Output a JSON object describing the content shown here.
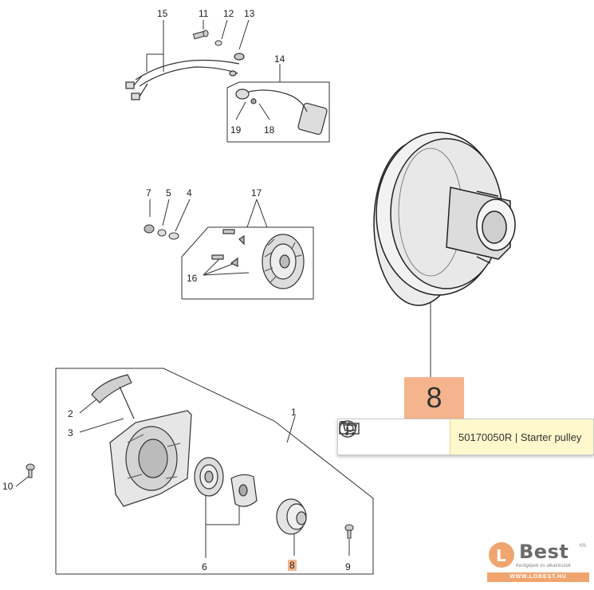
{
  "callouts": {
    "c15": "15",
    "c11": "11",
    "c12": "12",
    "c13": "13",
    "c14": "14",
    "c19": "19",
    "c18": "18",
    "c7": "7",
    "c5": "5",
    "c4": "4",
    "c17": "17",
    "c16": "16",
    "c2": "2",
    "c3": "3",
    "c1": "1",
    "c10": "10",
    "c6": "6",
    "c8": "8",
    "c9": "9"
  },
  "highlight": {
    "label": "8"
  },
  "tooltip": {
    "part_text": "50170050R | Starter pulley",
    "icons": [
      "cart-add-icon",
      "info-icon",
      "camera-icon"
    ]
  },
  "logo": {
    "brand": "Best",
    "superscript": "Kft.",
    "tagline": "Kertigépek és alkatrészek",
    "url": "WWW.LOBEST.HU",
    "accent_color": "#f0a56e"
  },
  "colors": {
    "highlight": "#f4b58e",
    "tooltip_text_bg": "#fff8cc",
    "line": "#333333"
  }
}
